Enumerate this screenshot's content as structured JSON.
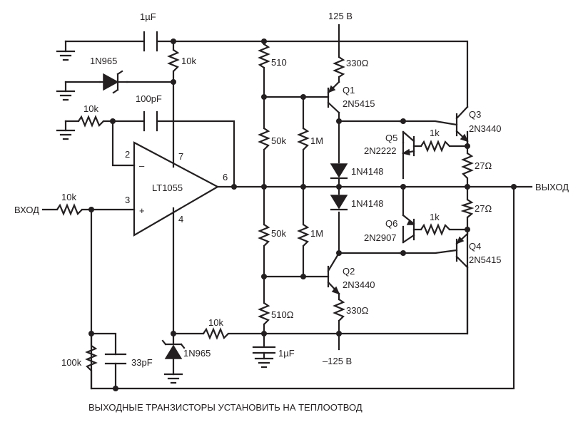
{
  "labels": {
    "supply_pos": "125 В",
    "supply_neg": "–125 В",
    "input": "ВХОД",
    "output": "ВЫХОД",
    "note": "ВЫХОДНЫЕ ТРАНЗИСТОРЫ УСТАНОВИТЬ НА ТЕПЛООТВОД",
    "c_top": "1µF",
    "r_fb": "10k",
    "zener_top": "1N965",
    "c_comp": "100pF",
    "r_inv": "10k",
    "r_in": "10k",
    "opamp": "LT1055",
    "pin2": "2",
    "pin3": "3",
    "pin4": "4",
    "pin6": "6",
    "pin7": "7",
    "minus": "–",
    "plus": "+",
    "r510": "510",
    "r50k_top": "50k",
    "r50k_bot": "50k",
    "r510_bot": "510Ω",
    "r1m_top": "1M",
    "r1m_bot": "1M",
    "c_bot": "1µF",
    "r10k_bot": "10k",
    "zener_bot": "1N965",
    "r100k": "100k",
    "c33": "33pF",
    "q1": "Q1",
    "q1_part": "2N5415",
    "q2": "Q2",
    "q2_part": "2N3440",
    "q3": "Q3",
    "q3_part": "2N3440",
    "q4": "Q4",
    "q4_part": "2N5415",
    "q5": "Q5",
    "q5_part": "2N2222",
    "q6": "Q6",
    "q6_part": "2N2907",
    "r330_top": "330Ω",
    "r330_bot": "330Ω",
    "d_top": "1N4148",
    "d_bot": "1N4148",
    "r1k_top": "1k",
    "r1k_bot": "1k",
    "r27_top": "27Ω",
    "r27_bot": "27Ω"
  }
}
